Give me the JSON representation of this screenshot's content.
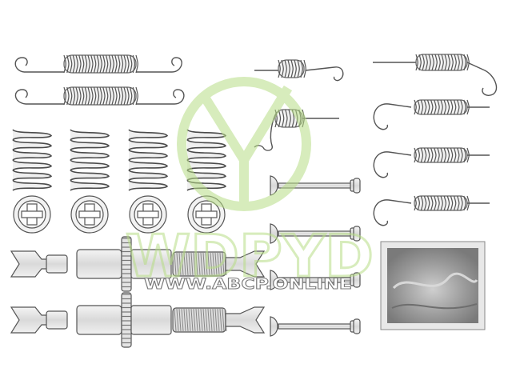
{
  "watermark": {
    "logo_text": "WDPYD",
    "url_text": "WWW.ABCP.ONLINE",
    "color": "#9fd060",
    "url_color": "#ffffff",
    "url_stroke": "#7a7a7a"
  },
  "product": {
    "kind": "drum brake accessory / hardware kit drawing",
    "parts": [
      "long-tension-spring",
      "long-tension-spring",
      "compression-spring",
      "compression-spring",
      "compression-spring",
      "compression-spring",
      "spring-cup",
      "spring-cup",
      "spring-cup",
      "spring-cup",
      "small-hook-spring",
      "small-hook-spring",
      "hook-spring",
      "hook-spring",
      "hook-spring",
      "hook-spring",
      "hold-down-pin",
      "hold-down-pin",
      "hold-down-pin",
      "hold-down-pin",
      "adjuster-assembly",
      "adjuster-assembly",
      "grease-packet"
    ]
  }
}
